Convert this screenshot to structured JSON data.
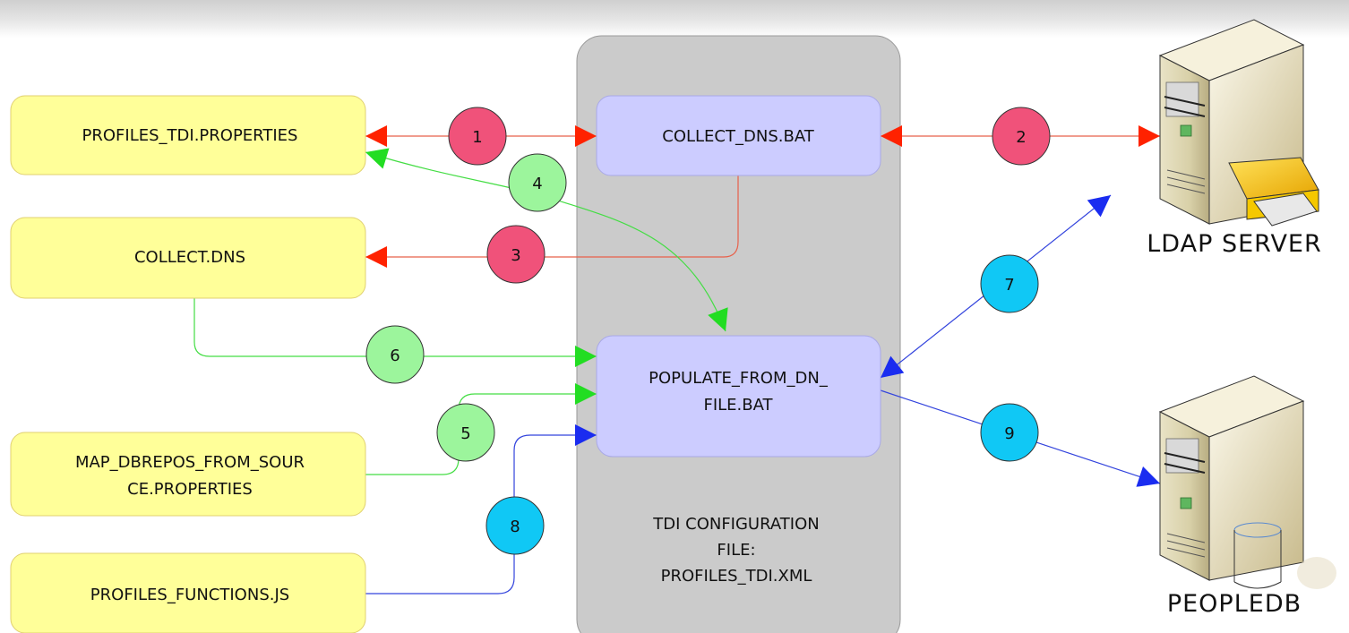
{
  "container": {
    "title_line1": "TDI CONFIGURATION",
    "title_line2": "FILE:",
    "title_line3": "PROFILES_TDI.XML"
  },
  "files": {
    "profiles_tdi_properties": "PROFILES_TDI.PROPERTIES",
    "collect_dns": "COLLECT.DNS",
    "map_dbrepos_line1": "MAP_DBREPOS_FROM_SOUR",
    "map_dbrepos_line2": "CE.PROPERTIES",
    "profiles_functions_js": "PROFILES_FUNCTIONS.JS"
  },
  "scripts": {
    "collect_dns_bat": "COLLECT_DNS.BAT",
    "populate_line1": "POPULATE_FROM_DN_",
    "populate_line2": "FILE.BAT"
  },
  "servers": {
    "ldap": "LDAP SERVER",
    "peopledb": "PEOPLEDB"
  },
  "steps": [
    "1",
    "2",
    "3",
    "4",
    "5",
    "6",
    "7",
    "8",
    "9"
  ],
  "colors": {
    "red": "#ff2200",
    "red_line": "#e8604a",
    "green": "#22dd22",
    "green_line": "#44dd44",
    "blue": "#1a2cf0",
    "blue_line": "#3344dd",
    "badge_red": "#f0527a",
    "badge_green": "#9cf59c",
    "badge_blue": "#10c8f5",
    "file_fill": "#ffff99",
    "script_fill": "#ccccff",
    "container_fill": "#cbcbcb"
  }
}
